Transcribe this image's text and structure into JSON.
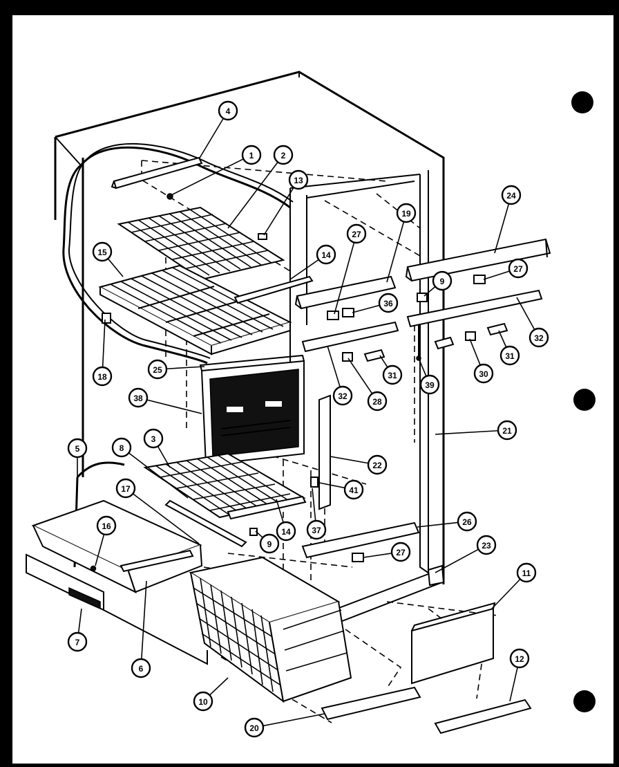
{
  "diagram": {
    "callouts": [
      {
        "label": "4"
      },
      {
        "label": "1"
      },
      {
        "label": "2"
      },
      {
        "label": "13"
      },
      {
        "label": "15"
      },
      {
        "label": "14"
      },
      {
        "label": "18"
      },
      {
        "label": "25"
      },
      {
        "label": "38"
      },
      {
        "label": "3"
      },
      {
        "label": "5"
      },
      {
        "label": "8"
      },
      {
        "label": "17"
      },
      {
        "label": "16"
      },
      {
        "label": "7"
      },
      {
        "label": "6"
      },
      {
        "label": "10"
      },
      {
        "label": "20"
      },
      {
        "label": "19"
      },
      {
        "label": "27"
      },
      {
        "label": "36"
      },
      {
        "label": "32"
      },
      {
        "label": "28"
      },
      {
        "label": "31"
      },
      {
        "label": "24"
      },
      {
        "label": "27"
      },
      {
        "label": "9"
      },
      {
        "label": "32"
      },
      {
        "label": "31"
      },
      {
        "label": "30"
      },
      {
        "label": "39"
      },
      {
        "label": "21"
      },
      {
        "label": "22"
      },
      {
        "label": "41"
      },
      {
        "label": "14"
      },
      {
        "label": "9"
      },
      {
        "label": "37"
      },
      {
        "label": "26"
      },
      {
        "label": "27"
      },
      {
        "label": "23"
      },
      {
        "label": "11"
      },
      {
        "label": "12"
      }
    ],
    "binder_holes": 3
  }
}
